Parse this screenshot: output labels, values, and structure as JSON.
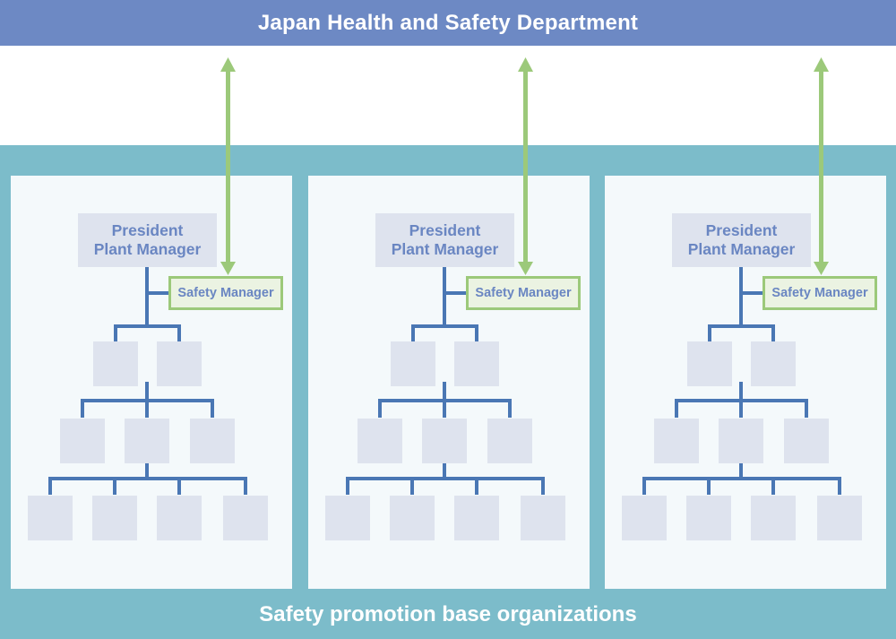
{
  "header": {
    "title": "Japan Health and Safety Department"
  },
  "footer": {
    "label": "Safety promotion base organizations"
  },
  "organizations": [
    {
      "president_line1": "President",
      "president_line2": "Plant Manager",
      "safety_manager": "Safety Manager"
    },
    {
      "president_line1": "President",
      "president_line2": "Plant Manager",
      "safety_manager": "Safety Manager"
    },
    {
      "president_line1": "President",
      "president_line2": "Plant Manager",
      "safety_manager": "Safety Manager"
    }
  ],
  "colors": {
    "header_bg": "#6d89c4",
    "base_bg": "#7cbcca",
    "panel_bg": "#f4f9fb",
    "box_fill": "#dee3ee",
    "tree_line": "#4a77b4",
    "arrow_green": "#9cc97a",
    "label_text": "#6a86c2"
  }
}
